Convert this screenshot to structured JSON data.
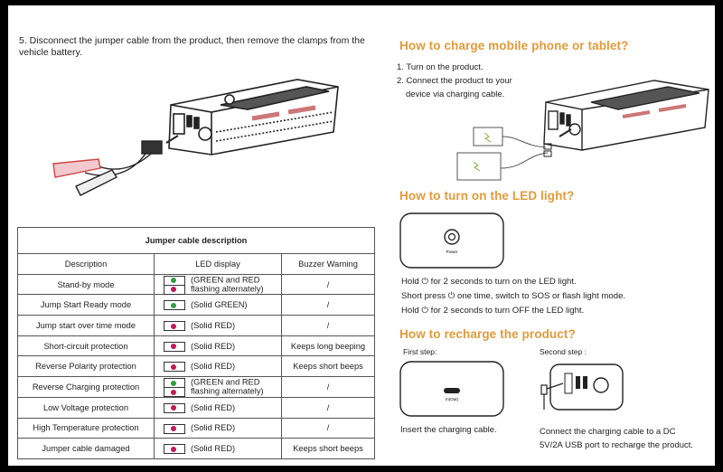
{
  "step5": {
    "text": "5. Disconnect the jumper cable from the product, then remove the clamps from the vehicle battery."
  },
  "charge_phone": {
    "heading": "How to charge mobile phone or tablet?",
    "steps": [
      "1. Turn on the product.",
      "2. Connect the product to your",
      "device via charging cable."
    ]
  },
  "led_light": {
    "heading": "How to turn on the LED light?",
    "power_label": "Power",
    "lines": [
      {
        "pre": "Hold",
        "post": "for 2 seconds to turn on the LED light."
      },
      {
        "pre": "Short press",
        "post": "one time, switch to SOS or flash light mode."
      },
      {
        "pre": "Hold",
        "post": "for 2 seconds to turn OFF the LED light."
      }
    ]
  },
  "recharge": {
    "heading": "How to recharge the product?",
    "first_step": "First step:",
    "second_step": "Second step :",
    "port_label": "In(Out)",
    "caption1": "Insert the charging cable.",
    "caption2_line1": "Connect the charging cable to a DC",
    "caption2_line2": "5V/2A USB port to recharge the product."
  },
  "table": {
    "title": "Jumper cable description",
    "headers": [
      "Description",
      "LED display",
      "Buzzer Warning"
    ],
    "colors": {
      "green": "#2f9e44",
      "red": "#c2185b"
    },
    "rows": [
      {
        "desc": "Stand-by mode",
        "dots": [
          "green",
          "red"
        ],
        "led1": "(GREEN and RED",
        "led2": "flashing alternately)",
        "buzzer": "/"
      },
      {
        "desc": "Jump Start Ready mode",
        "dots": [
          "green"
        ],
        "led1": "(Solid GREEN)",
        "led2": "",
        "buzzer": "/"
      },
      {
        "desc": "Jump start over time mode",
        "dots": [
          "red"
        ],
        "led1": "(Solid RED)",
        "led2": "",
        "buzzer": "/"
      },
      {
        "desc": "Short-circuit protection",
        "dots": [
          "red"
        ],
        "led1": "(Solid RED)",
        "led2": "",
        "buzzer": "Keeps long beeping"
      },
      {
        "desc": "Reverse Polarity protection",
        "dots": [
          "red"
        ],
        "led1": "(Solid RED)",
        "led2": "",
        "buzzer": "Keeps short beeps"
      },
      {
        "desc": "Reverse Charging protection",
        "dots": [
          "green",
          "red"
        ],
        "led1": "(GREEN and RED",
        "led2": "flashing alternately)",
        "buzzer": "/"
      },
      {
        "desc": "Low Voltage protection",
        "dots": [
          "red"
        ],
        "led1": "(Solid RED)",
        "led2": "",
        "buzzer": "/"
      },
      {
        "desc": "High Temperature protection",
        "dots": [
          "red"
        ],
        "led1": "(Solid RED)",
        "led2": "",
        "buzzer": "/"
      },
      {
        "desc": "Jumper cable damaged",
        "dots": [
          "red"
        ],
        "led1": "(Solid RED)",
        "led2": "",
        "buzzer": "Keeps short beeps"
      }
    ]
  },
  "icons": [
    "jump-starter-device-icon",
    "jumper-clamp-icon",
    "phone-icon",
    "tablet-icon",
    "power-button-icon",
    "usb-c-port-icon",
    "usb-cable-icon"
  ]
}
